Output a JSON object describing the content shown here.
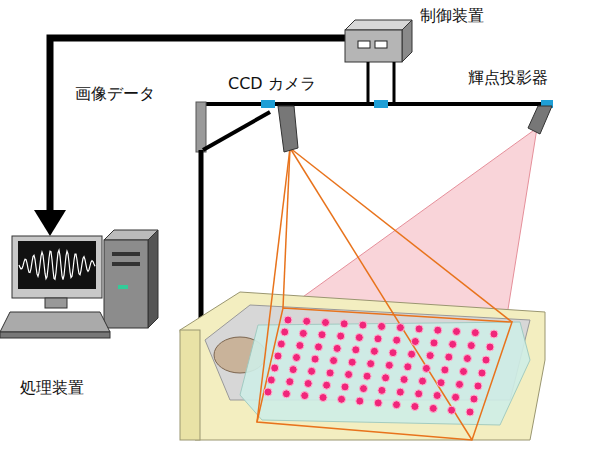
{
  "diagram": {
    "labels": [
      "制御装置",
      "画像データ",
      "CCD カメラ",
      "輝点投影器",
      "処理装置"
    ]
  }
}
